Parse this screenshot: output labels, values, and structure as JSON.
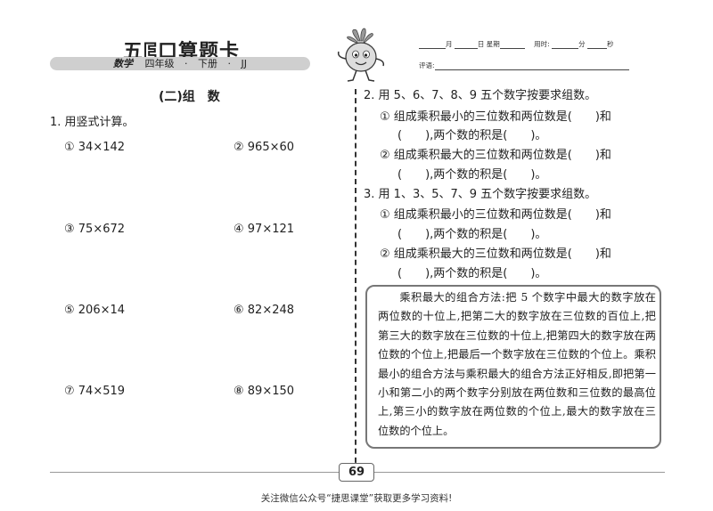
{
  "header": {
    "title_prefix": "五",
    "title_letter": "E",
    "title_suffix": "口算题卡",
    "subject": "数学",
    "grade": "四年级",
    "dot1": "·",
    "term": "下册",
    "dot2": "·",
    "edition": "JJ"
  },
  "meta": {
    "month": "月",
    "day": "日",
    "weekday": "星期",
    "time_label": "用时:",
    "minute": "分",
    "second": "秒",
    "comment_label": "评语:"
  },
  "left": {
    "section_title": "(二)组　数",
    "q1_label": "1. 用竖式计算。",
    "calcs": [
      "① 34×142",
      "② 965×60",
      "③ 75×672",
      "④ 97×121",
      "⑤ 206×14",
      "⑥ 82×248",
      "⑦ 74×519",
      "⑧ 89×150"
    ]
  },
  "right": {
    "q2_title": "2. 用 5、6、7、8、9 五个数字按要求组数。",
    "q2_1a": "① 组成乘积最小的三位数和两位数是(　　)和",
    "q2_1b": "(　　),两个数的积是(　　)。",
    "q2_2a": "② 组成乘积最大的三位数和两位数是(　　)和",
    "q2_2b": "(　　),两个数的积是(　　)。",
    "q3_title": "3. 用 1、3、5、7、9 五个数字按要求组数。",
    "q3_1a": "① 组成乘积最小的三位数和两位数是(　　)和",
    "q3_1b": "(　　),两个数的积是(　　)。",
    "q3_2a": "② 组成乘积最大的三位数和两位数是(　　)和",
    "q3_2b": "(　　),两个数的积是(　　)。"
  },
  "tip": {
    "text": "乘积最大的组合方法:把 5 个数字中最大的数字放在两位数的十位上,把第二大的数字放在三位数的百位上,把第三大的数字放在三位数的十位上,把第四大的数字放在两位数的个位上,把最后一个数字放在三位数的个位上。乘积最小的组合方法与乘积最大的组合方法正好相反,即把第一小和第二小的两个数字分别放在两位数和三位数的最高位上,第三小的数字放在两位数的个位上,最大的数字放在三位数的个位上。"
  },
  "footer": {
    "page_number": "69",
    "text": "关注微信公众号“捷思课堂”获取更多学习资料!"
  },
  "icons": {
    "mascot": "radish-mascot-icon"
  },
  "colors": {
    "band": "#cfcfcf",
    "tip_border": "#777777",
    "text": "#222222"
  }
}
